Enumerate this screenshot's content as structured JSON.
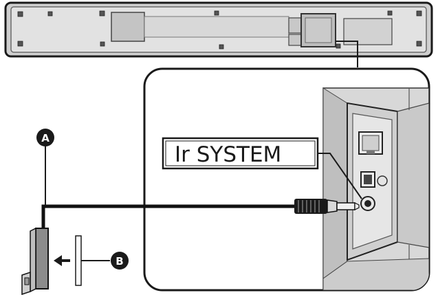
{
  "diagram": {
    "port_label": "Ir SYSTEM",
    "callouts": {
      "a": "A",
      "b": "B"
    }
  },
  "colors": {
    "ink": "#1a1a1a",
    "bar_body": "#cfcfcf",
    "panel_gray": "#d4d4d4",
    "panel_dark": "#b5b5b5",
    "mark_dark": "#555555"
  }
}
